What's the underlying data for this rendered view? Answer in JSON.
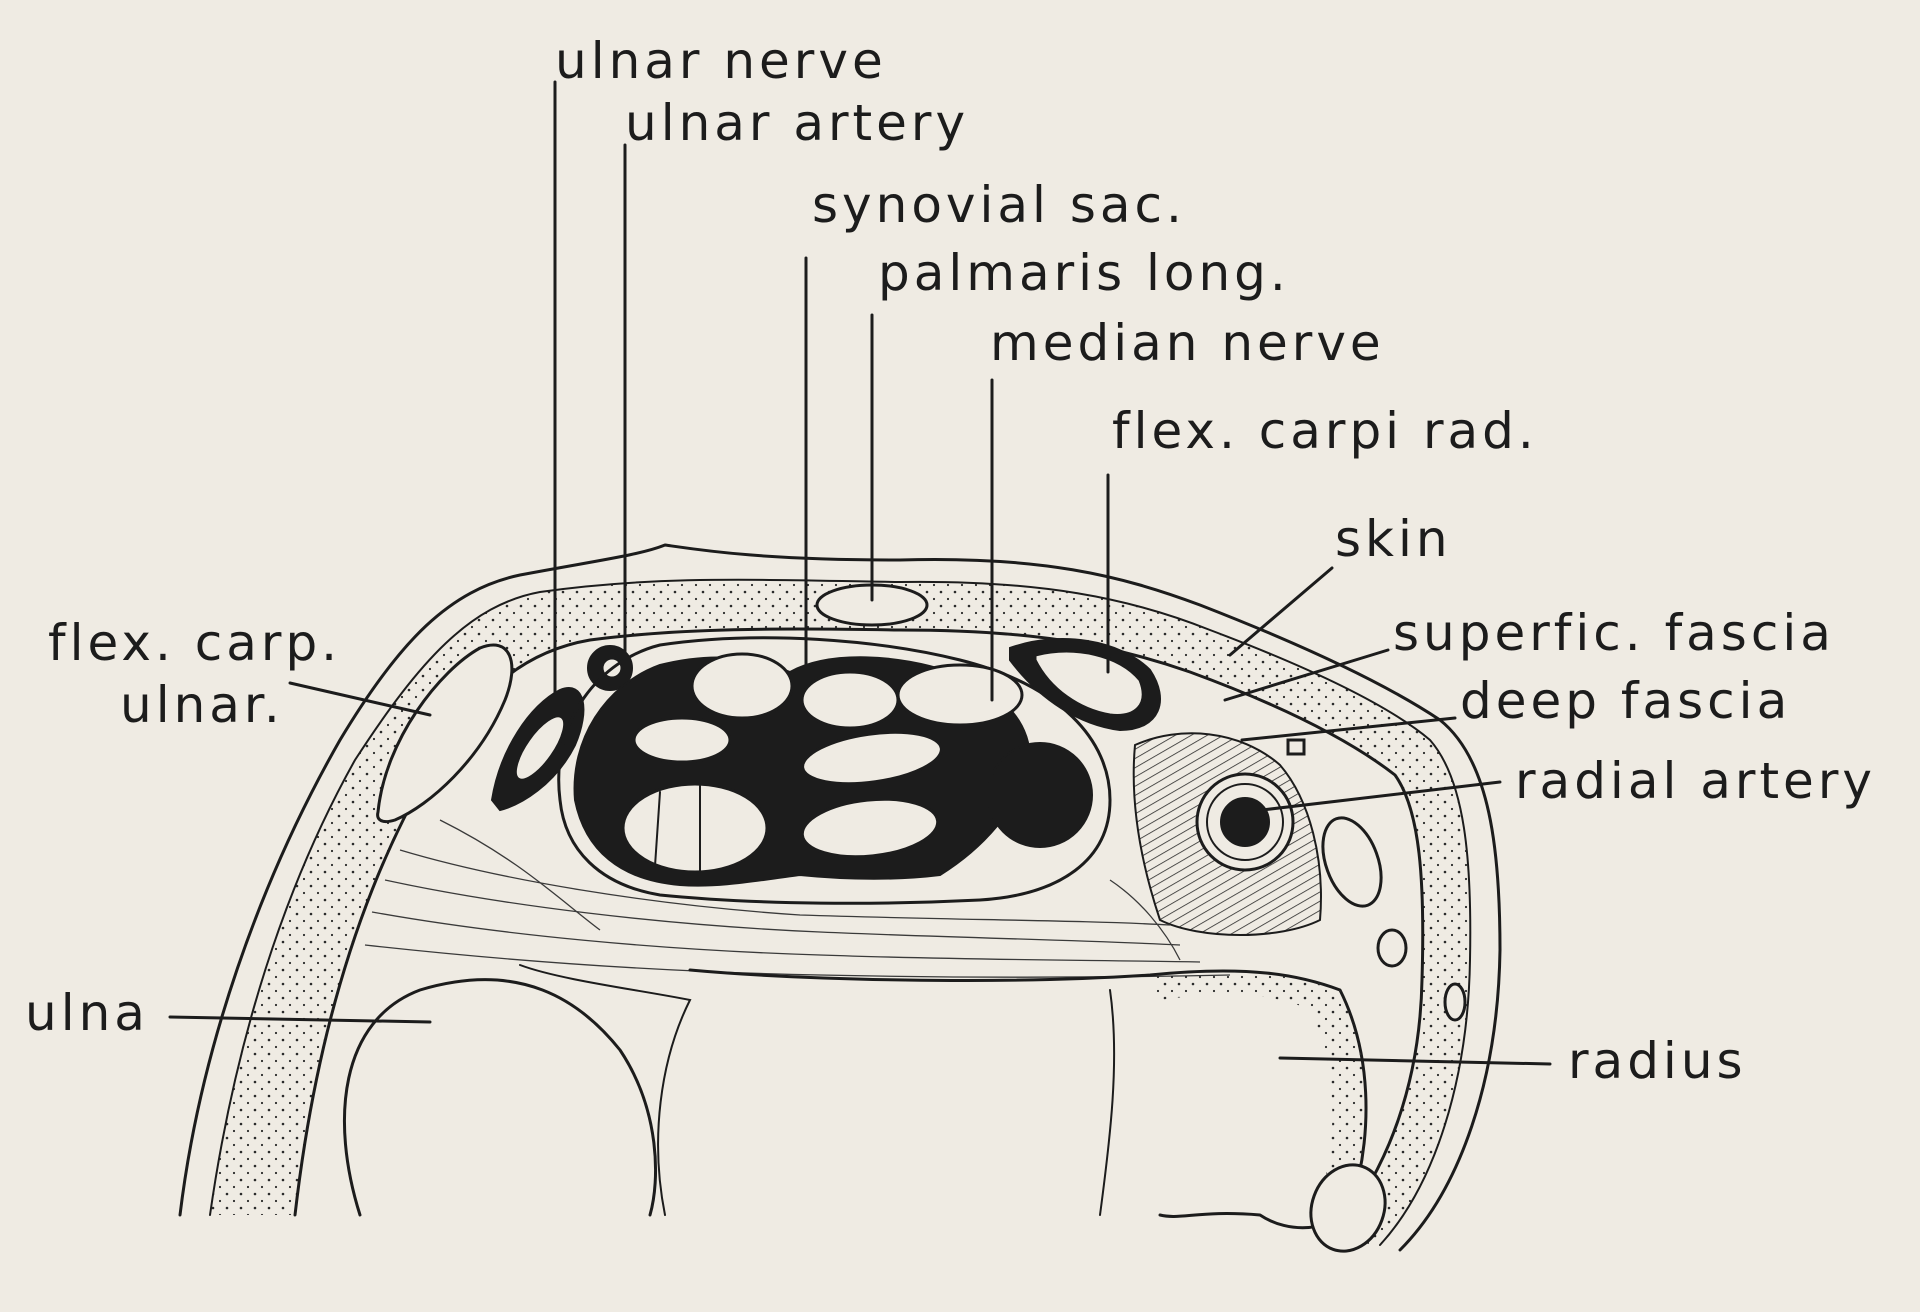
{
  "figure": {
    "labels": {
      "ulnar_nerve": "ulnar nerve",
      "ulnar_artery": "ulnar artery",
      "synovial_sac": "synovial sac.",
      "palmaris_long": "palmaris long.",
      "median_nerve": "median nerve",
      "flex_carpi_rad": "flex. carpi rad.",
      "skin": "skin",
      "superfic_fascia": "superfic. fascia",
      "deep_fascia": "deep fascia",
      "radial_artery": "radial artery",
      "flex_carp_ulnar_line1": "flex. carp.",
      "flex_carp_ulnar_line2": "ulnar.",
      "ulna": "ulna",
      "radius": "radius"
    }
  }
}
